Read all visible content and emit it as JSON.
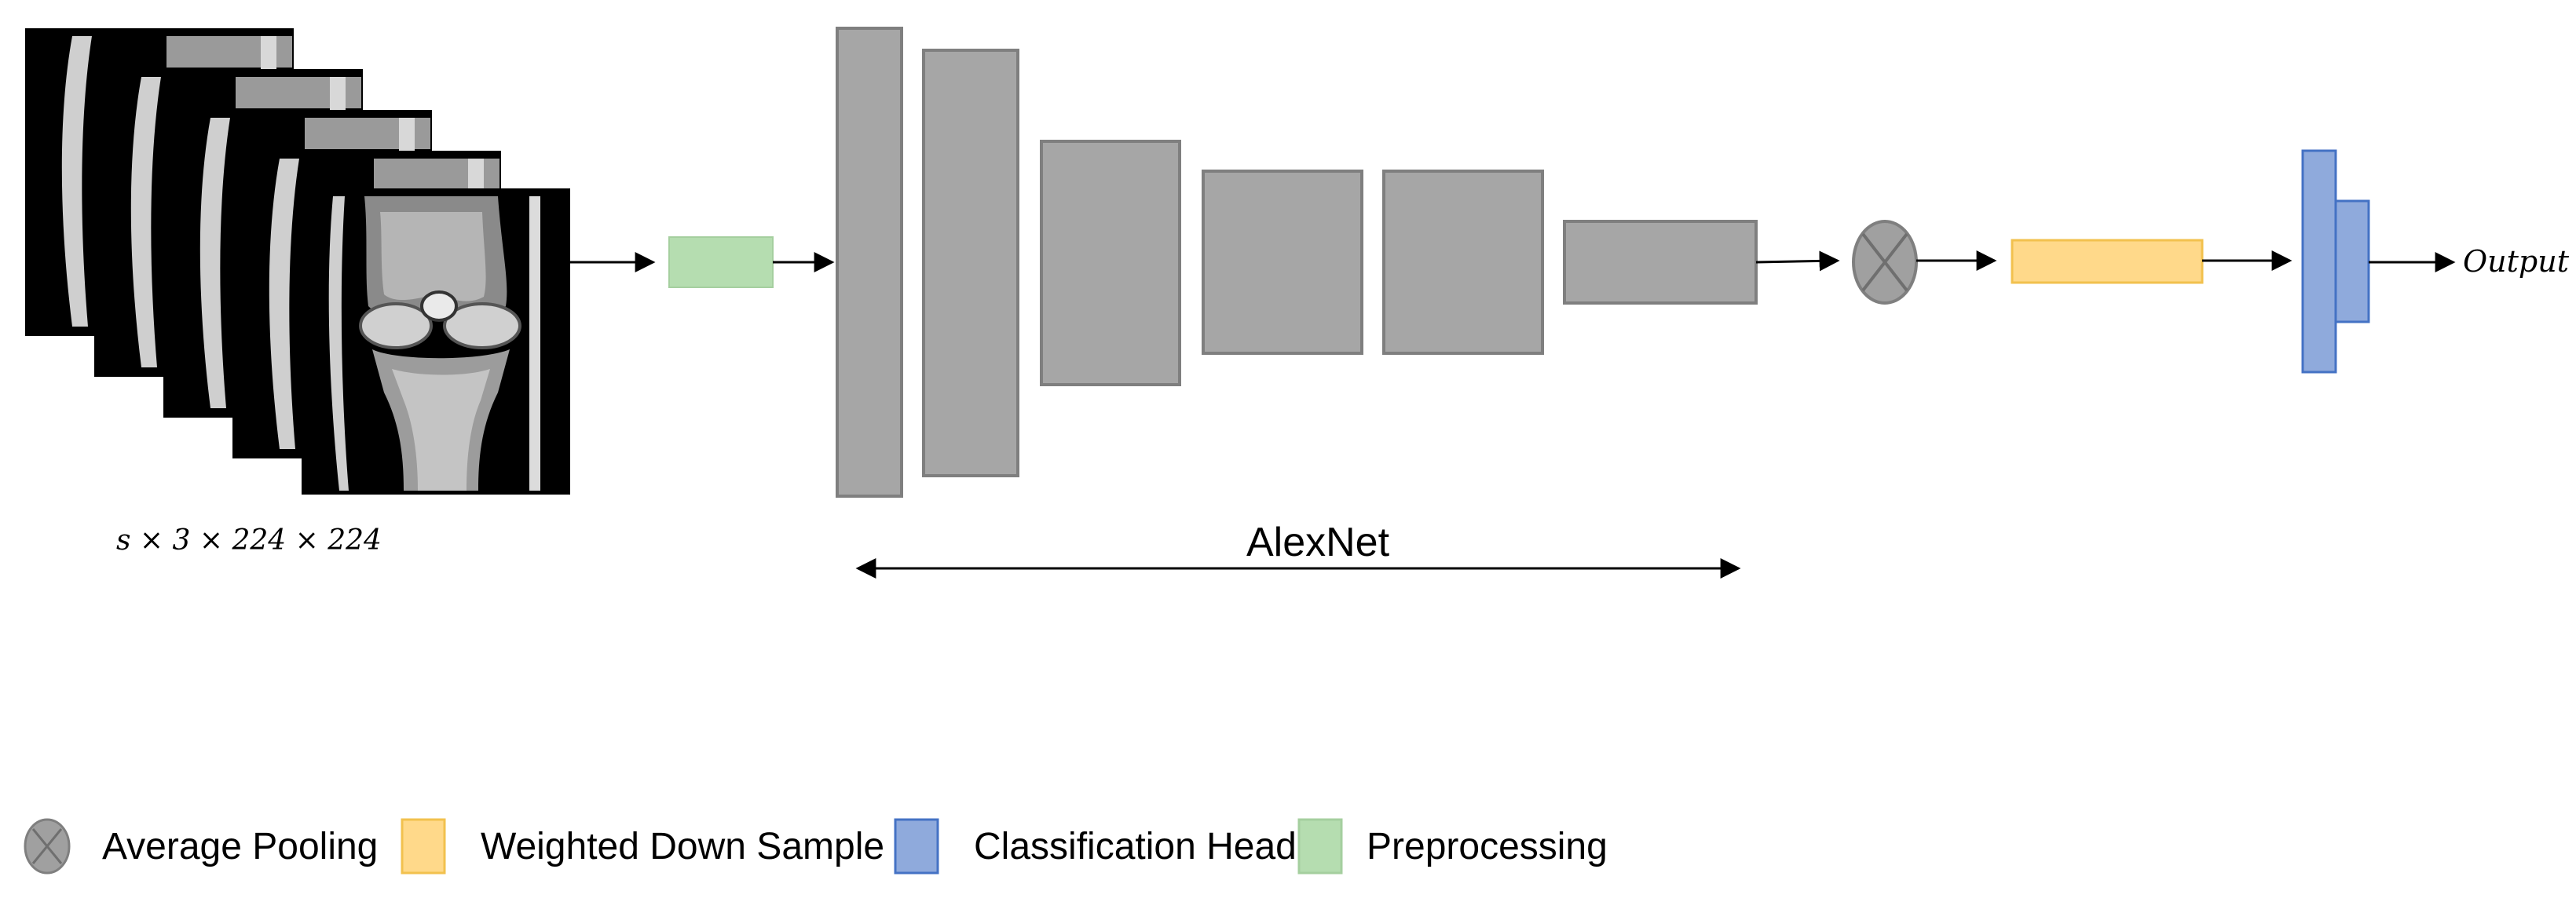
{
  "input": {
    "shape_label": "s × 3 × 224 × 224",
    "slice_count": 5
  },
  "backbone": {
    "label": "AlexNet",
    "layer_count": 6
  },
  "output_label": "Output",
  "legend": [
    {
      "label": "Average Pooling",
      "icon": "circle-x-icon",
      "color": "#a0a0a0"
    },
    {
      "label": "Weighted Down Sample",
      "icon": "yellow-square-icon",
      "color": "#ffd98a"
    },
    {
      "label": "Classification Head",
      "icon": "blue-square-icon",
      "color": "#8faadc"
    },
    {
      "label": "Preprocessing",
      "icon": "green-square-icon",
      "color": "#b5ddb0"
    }
  ],
  "colors": {
    "layer_fill": "#a6a6a6",
    "layer_stroke": "#7f7f7f",
    "preprocessing": "#b5ddb0",
    "weighted_down_sample": "#ffd98a",
    "weighted_down_sample_stroke": "#f2c14e",
    "classification_head": "#8faadc",
    "classification_head_stroke": "#4472c4",
    "pooling": "#a0a0a0"
  }
}
